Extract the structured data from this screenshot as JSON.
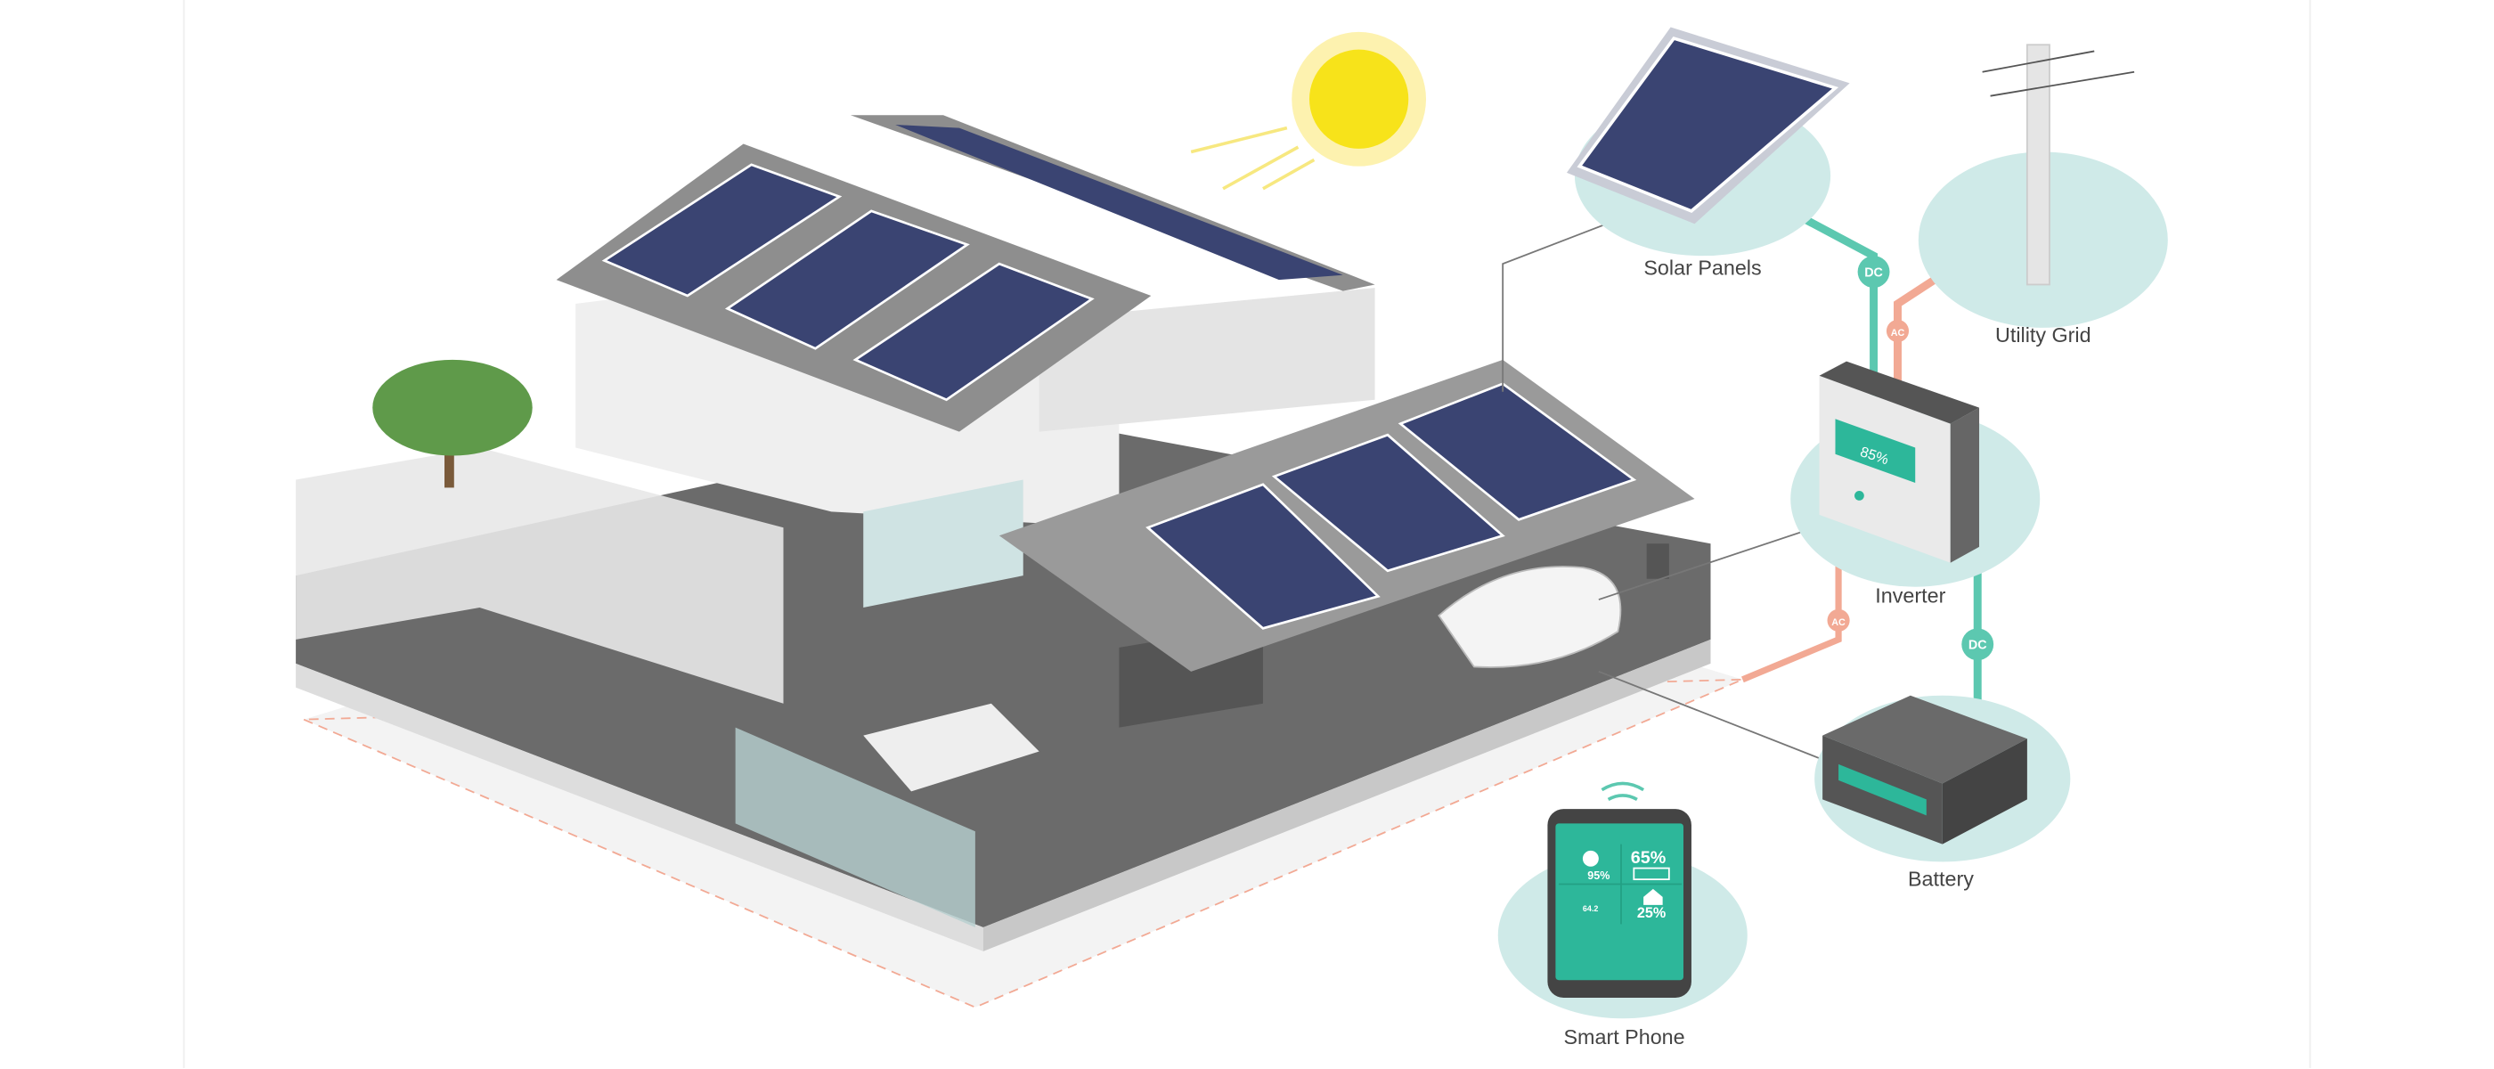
{
  "labels": {
    "solar_panels": "Solar Panels",
    "utility_grid": "Utility Grid",
    "inverter": "Inverter",
    "battery": "Battery",
    "smart_phone": "Smart Phone"
  },
  "badges": {
    "dc_top": "DC",
    "ac_top": "AC",
    "ac_bottom": "AC",
    "dc_bottom": "DC"
  },
  "inverter_screen": {
    "value": "85%"
  },
  "phone_screen": {
    "solar_pct": "95%",
    "battery_pct": "65%",
    "grid_value": "64.2",
    "home_pct": "25%"
  },
  "colors": {
    "dc_line": "#5cc8b0",
    "ac_line": "#f2a994",
    "circle": "#cfeae8",
    "panel": "#3a4472",
    "sun": "#f7e31a",
    "screen": "#2db79a"
  }
}
